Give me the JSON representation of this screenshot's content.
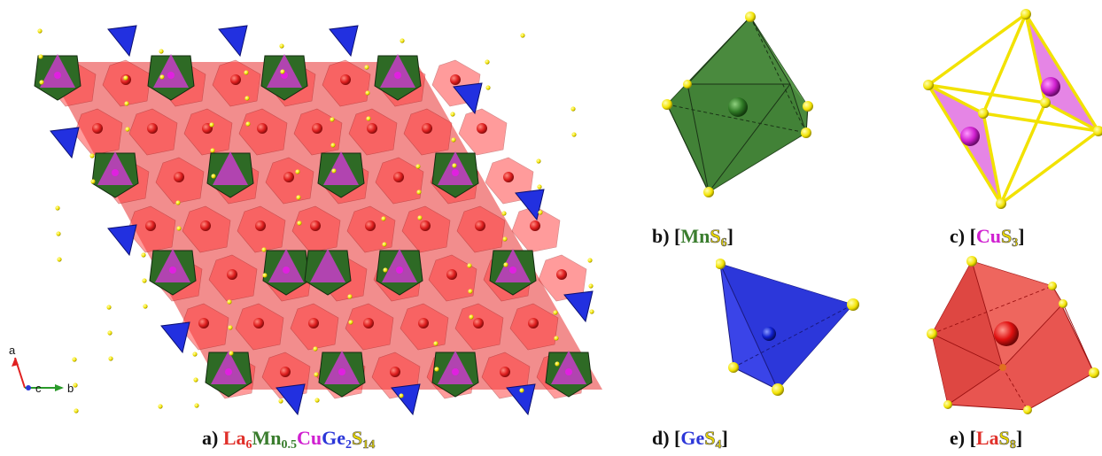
{
  "panels": {
    "a": {
      "prefix": "a) ",
      "formula": [
        {
          "t": "La",
          "c": "la"
        },
        {
          "t": "6",
          "c": "la",
          "sub": true
        },
        {
          "t": "Mn",
          "c": "mn"
        },
        {
          "t": "0.5",
          "c": "mn",
          "sub": true
        },
        {
          "t": "Cu",
          "c": "cu"
        },
        {
          "t": "Ge",
          "c": "ge"
        },
        {
          "t": "2",
          "c": "ge",
          "sub": true
        },
        {
          "t": "S",
          "c": "s"
        },
        {
          "t": "14",
          "c": "s",
          "sub": true
        }
      ]
    },
    "b": {
      "prefix": "b) [",
      "suffix": "]",
      "formula": [
        {
          "t": "Mn",
          "c": "mn"
        },
        {
          "t": "S",
          "c": "s"
        },
        {
          "t": "6",
          "c": "s",
          "sub": true
        }
      ]
    },
    "c": {
      "prefix": "c) [",
      "suffix": "]",
      "formula": [
        {
          "t": "Cu",
          "c": "cu"
        },
        {
          "t": "S",
          "c": "s"
        },
        {
          "t": "3",
          "c": "s",
          "sub": true
        }
      ]
    },
    "d": {
      "prefix": "d) [",
      "suffix": "]",
      "formula": [
        {
          "t": "Ge",
          "c": "ge"
        },
        {
          "t": "S",
          "c": "s"
        },
        {
          "t": "4",
          "c": "s",
          "sub": true
        }
      ]
    },
    "e": {
      "prefix": "e) [",
      "suffix": "]",
      "formula": [
        {
          "t": "La",
          "c": "la"
        },
        {
          "t": "S",
          "c": "s"
        },
        {
          "t": "8",
          "c": "s",
          "sub": true
        }
      ]
    }
  },
  "axes": {
    "a": "a",
    "b": "b",
    "c": "c"
  },
  "colors": {
    "La": "#e0302a",
    "Mn": "#3a7d2e",
    "Cu": "#d020d0",
    "Ge": "#2b36d8",
    "S": "#f2e200"
  }
}
